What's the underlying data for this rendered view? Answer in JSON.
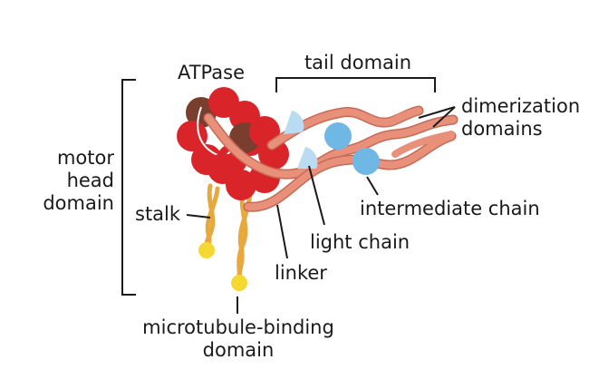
{
  "labels": {
    "atpase": "ATPase",
    "tail_domain": "tail domain",
    "dimerization_line1": "dimerization",
    "dimerization_line2": "domains",
    "motor_line1": "motor",
    "motor_line2": "head",
    "motor_line3": "domain",
    "stalk": "stalk",
    "intermediate_chain": "intermediate chain",
    "light_chain": "light chain",
    "linker": "linker",
    "microtubule_line1": "microtubule-binding",
    "microtubule_line2": "domain"
  },
  "colors": {
    "motor_red": "#d9252a",
    "motor_dark": "#7a3e2f",
    "tail_salmon": "#e9907a",
    "stalk_gold": "#e7a83d",
    "binding_yellow": "#f5d832",
    "intermediate_blue": "#6fb8e6",
    "light_blue": "#b9dcf3",
    "line": "#1a1a1a"
  }
}
